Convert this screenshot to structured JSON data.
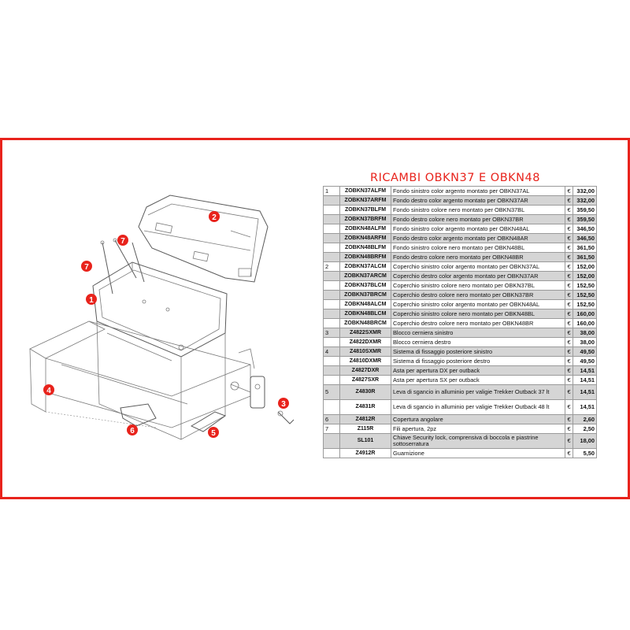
{
  "title": "RICAMBI OBKN37 E OBKN48",
  "accent_color": "#e8231c",
  "callouts": [
    "1",
    "2",
    "3",
    "4",
    "5",
    "6",
    "7",
    "7"
  ],
  "rows": [
    {
      "ref": "1",
      "code": "ZOBKN37ALFM",
      "desc": "Fondo sinistro color argento montato per OBKN37AL",
      "cur": "€",
      "price": "332,00",
      "shade": false
    },
    {
      "ref": "",
      "code": "ZOBKN37ARFM",
      "desc": "Fondo destro color argento montato per OBKN37AR",
      "cur": "€",
      "price": "332,00",
      "shade": true
    },
    {
      "ref": "",
      "code": "ZOBKN37BLFM",
      "desc": "Fondo sinistro colore nero montato per OBKN37BL",
      "cur": "€",
      "price": "359,50",
      "shade": false
    },
    {
      "ref": "",
      "code": "ZOBKN37BRFM",
      "desc": "Fondo destro colore nero montato per OBKN37BR",
      "cur": "€",
      "price": "359,50",
      "shade": true
    },
    {
      "ref": "",
      "code": "ZOBKN48ALFM",
      "desc": "Fondo sinistro color argento montato per OBKN48AL",
      "cur": "€",
      "price": "346,50",
      "shade": false
    },
    {
      "ref": "",
      "code": "ZOBKN48ARFM",
      "desc": "Fondo destro color argento montato per OBKN48AR",
      "cur": "€",
      "price": "346,50",
      "shade": true
    },
    {
      "ref": "",
      "code": "ZOBKN48BLFM",
      "desc": "Fondo sinistro colore nero montato per OBKN48BL",
      "cur": "€",
      "price": "361,50",
      "shade": false
    },
    {
      "ref": "",
      "code": "ZOBKN48BRFM",
      "desc": "Fondo destro colore nero montato per OBKN48BR",
      "cur": "€",
      "price": "361,50",
      "shade": true
    },
    {
      "ref": "2",
      "code": "ZOBKN37ALCM",
      "desc": "Coperchio sinistro color argento montato per OBKN37AL",
      "cur": "€",
      "price": "152,00",
      "shade": false
    },
    {
      "ref": "",
      "code": "ZOBKN37ARCM",
      "desc": "Coperchio destro color argento montato per OBKN37AR",
      "cur": "€",
      "price": "152,00",
      "shade": true
    },
    {
      "ref": "",
      "code": "ZOBKN37BLCM",
      "desc": "Coperchio sinistro colore nero montato per OBKN37BL",
      "cur": "€",
      "price": "152,50",
      "shade": false
    },
    {
      "ref": "",
      "code": "ZOBKN37BRCM",
      "desc": "Coperchio destro colore nero montato per OBKN37BR",
      "cur": "€",
      "price": "152,50",
      "shade": true
    },
    {
      "ref": "",
      "code": "ZOBKN48ALCM",
      "desc": "Coperchio sinistro color argento montato per OBKN48AL",
      "cur": "€",
      "price": "152,50",
      "shade": false
    },
    {
      "ref": "",
      "code": "ZOBKN48BLCM",
      "desc": "Coperchio sinistro colore nero montato per OBKN48BL",
      "cur": "€",
      "price": "160,00",
      "shade": true
    },
    {
      "ref": "",
      "code": "ZOBKN48BRCM",
      "desc": "Coperchio destro colore nero montato per OBKN48BR",
      "cur": "€",
      "price": "160,00",
      "shade": false
    },
    {
      "ref": "3",
      "code": "Z4822SXMR",
      "desc": "Blocco cerniera sinistro",
      "cur": "€",
      "price": "38,00",
      "shade": true
    },
    {
      "ref": "",
      "code": "Z4822DXMR",
      "desc": "Blocco cerniera destro",
      "cur": "€",
      "price": "38,00",
      "shade": false
    },
    {
      "ref": "4",
      "code": "Z4810SXMR",
      "desc": "Sistema di fissaggio posteriore sinistro",
      "cur": "€",
      "price": "49,50",
      "shade": true
    },
    {
      "ref": "",
      "code": "Z4810DXMR",
      "desc": "Sistema di fissaggio posteriore destro",
      "cur": "€",
      "price": "49,50",
      "shade": false
    },
    {
      "ref": "",
      "code": "Z4827DXR",
      "desc": "Asta per apertura DX per outback",
      "cur": "€",
      "price": "14,51",
      "shade": true
    },
    {
      "ref": "",
      "code": "Z4827SXR",
      "desc": "Asta per apertura SX per outback",
      "cur": "€",
      "price": "14,51",
      "shade": false
    },
    {
      "ref": "5",
      "code": "Z4830R",
      "desc": "Leva di sgancio in alluminio per valigie Trekker Outback 37 lt",
      "cur": "€",
      "price": "14,51",
      "shade": true,
      "tall": true
    },
    {
      "ref": "",
      "code": "Z4831R",
      "desc": "Leva di sgancio in alluminio per valigie Trekker Outback 48 lt",
      "cur": "€",
      "price": "14,51",
      "shade": false,
      "tall": true
    },
    {
      "ref": "6",
      "code": "Z4812R",
      "desc": "Copertura angolare",
      "cur": "€",
      "price": "2,60",
      "shade": true
    },
    {
      "ref": "7",
      "code": "Z115R",
      "desc": "Fili apertura, 2pz",
      "cur": "€",
      "price": "2,50",
      "shade": false
    },
    {
      "ref": "",
      "code": "SL101",
      "desc": "Chiave Security lock, comprensiva di boccola e piastrine sottoserratura",
      "cur": "€",
      "price": "18,00",
      "shade": true,
      "tall": true
    },
    {
      "ref": "",
      "code": "Z4912R",
      "desc": "Guarnizione",
      "cur": "€",
      "price": "5,50",
      "shade": false
    }
  ]
}
